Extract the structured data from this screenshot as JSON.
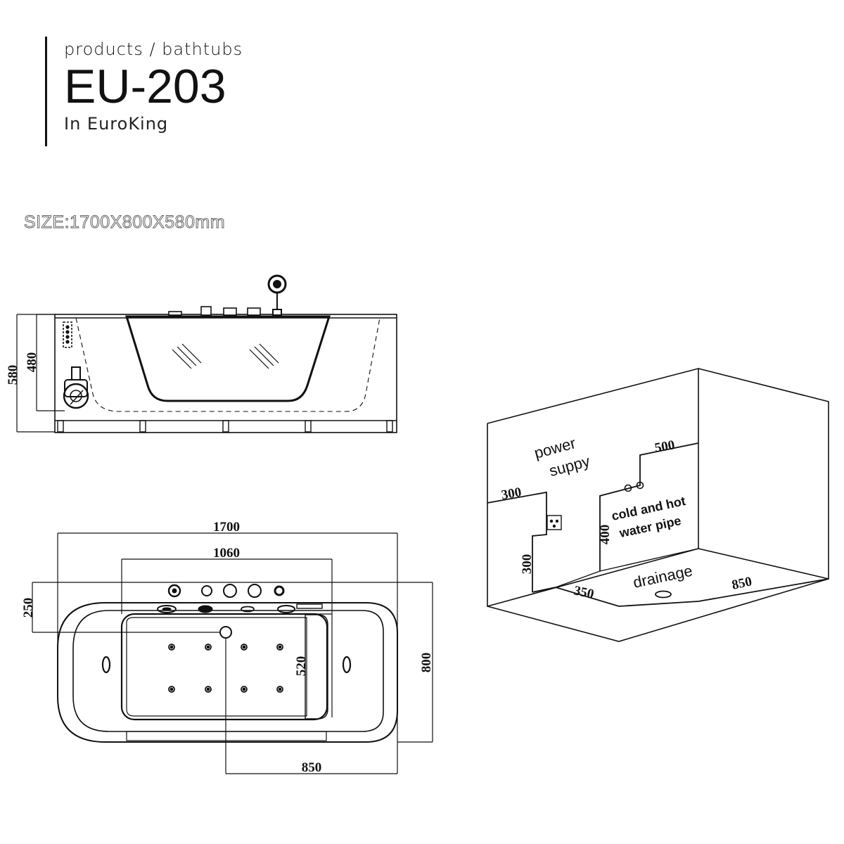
{
  "header": {
    "breadcrumb": "products / bathtubs",
    "model": "EU-203",
    "brand": "In EuroKing"
  },
  "size_label": "SIZE:1700X800X580mm",
  "side_view": {
    "dim_total_height": "580",
    "dim_inner_height": "480"
  },
  "top_view": {
    "dim_length": "1700",
    "dim_inner_length": "1060",
    "dim_deck": "250",
    "dim_width": "800",
    "dim_inner_width": "520",
    "dim_drain": "850"
  },
  "installation": {
    "power_label": "power suppy",
    "water_label": "cold and hot water pipe",
    "drain_label": "drainage",
    "dim_left_top": "300",
    "dim_left_side": "300",
    "dim_right_top": "500",
    "dim_right_side": "400",
    "dim_floor_left": "350",
    "dim_floor_right": "850"
  }
}
